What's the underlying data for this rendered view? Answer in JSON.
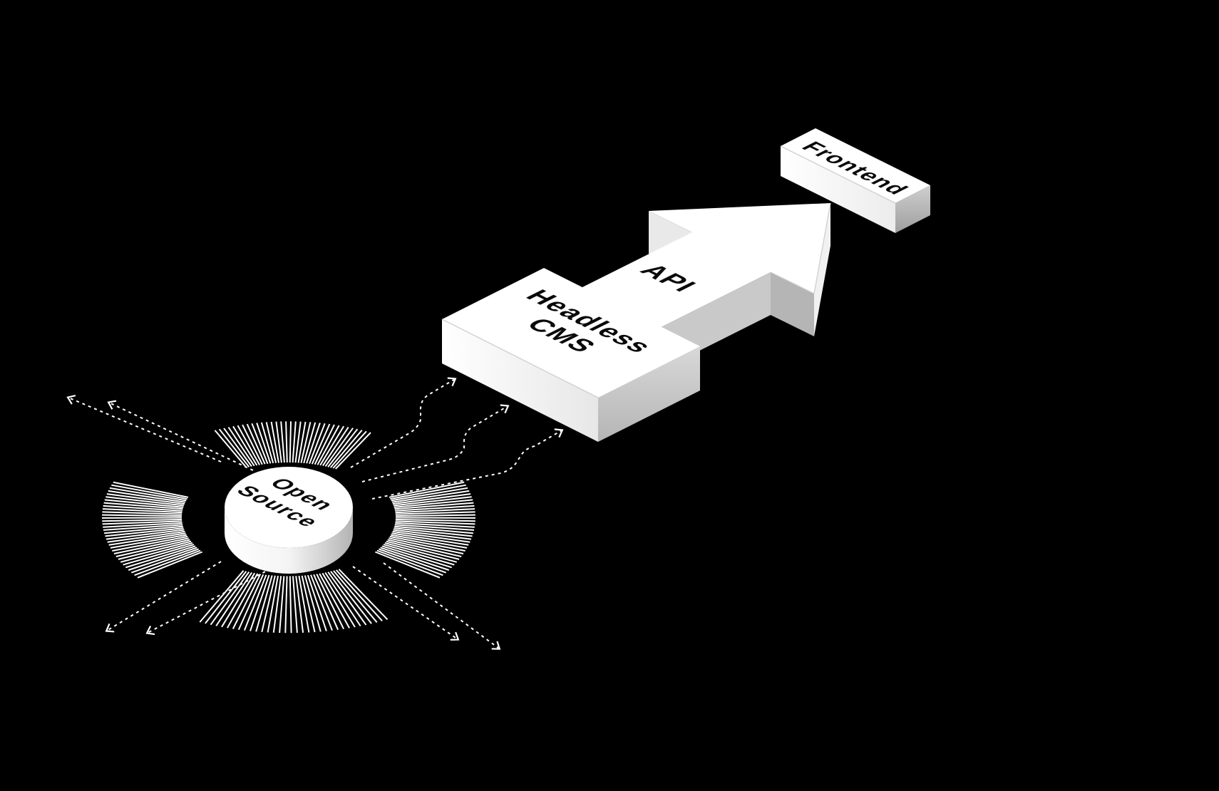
{
  "canvas": {
    "background": "#000000"
  },
  "diagram": {
    "nodes": {
      "open_source": {
        "line1": "Open",
        "line2": "Source",
        "shape": "cylinder"
      },
      "headless_cms": {
        "line1": "Headless",
        "line2": "CMS",
        "shape": "slab"
      },
      "api": {
        "label": "API",
        "shape": "arrow"
      },
      "frontend": {
        "label": "Frontend",
        "shape": "slab"
      }
    },
    "colors": {
      "background": "#000000",
      "surface": "#ffffff",
      "shade_light": "#f1f1f1",
      "shade_mid": "#c9c9c9",
      "shade_dark": "#a8a8a8",
      "line": "#ffffff",
      "label": "#0a0a0a"
    }
  }
}
